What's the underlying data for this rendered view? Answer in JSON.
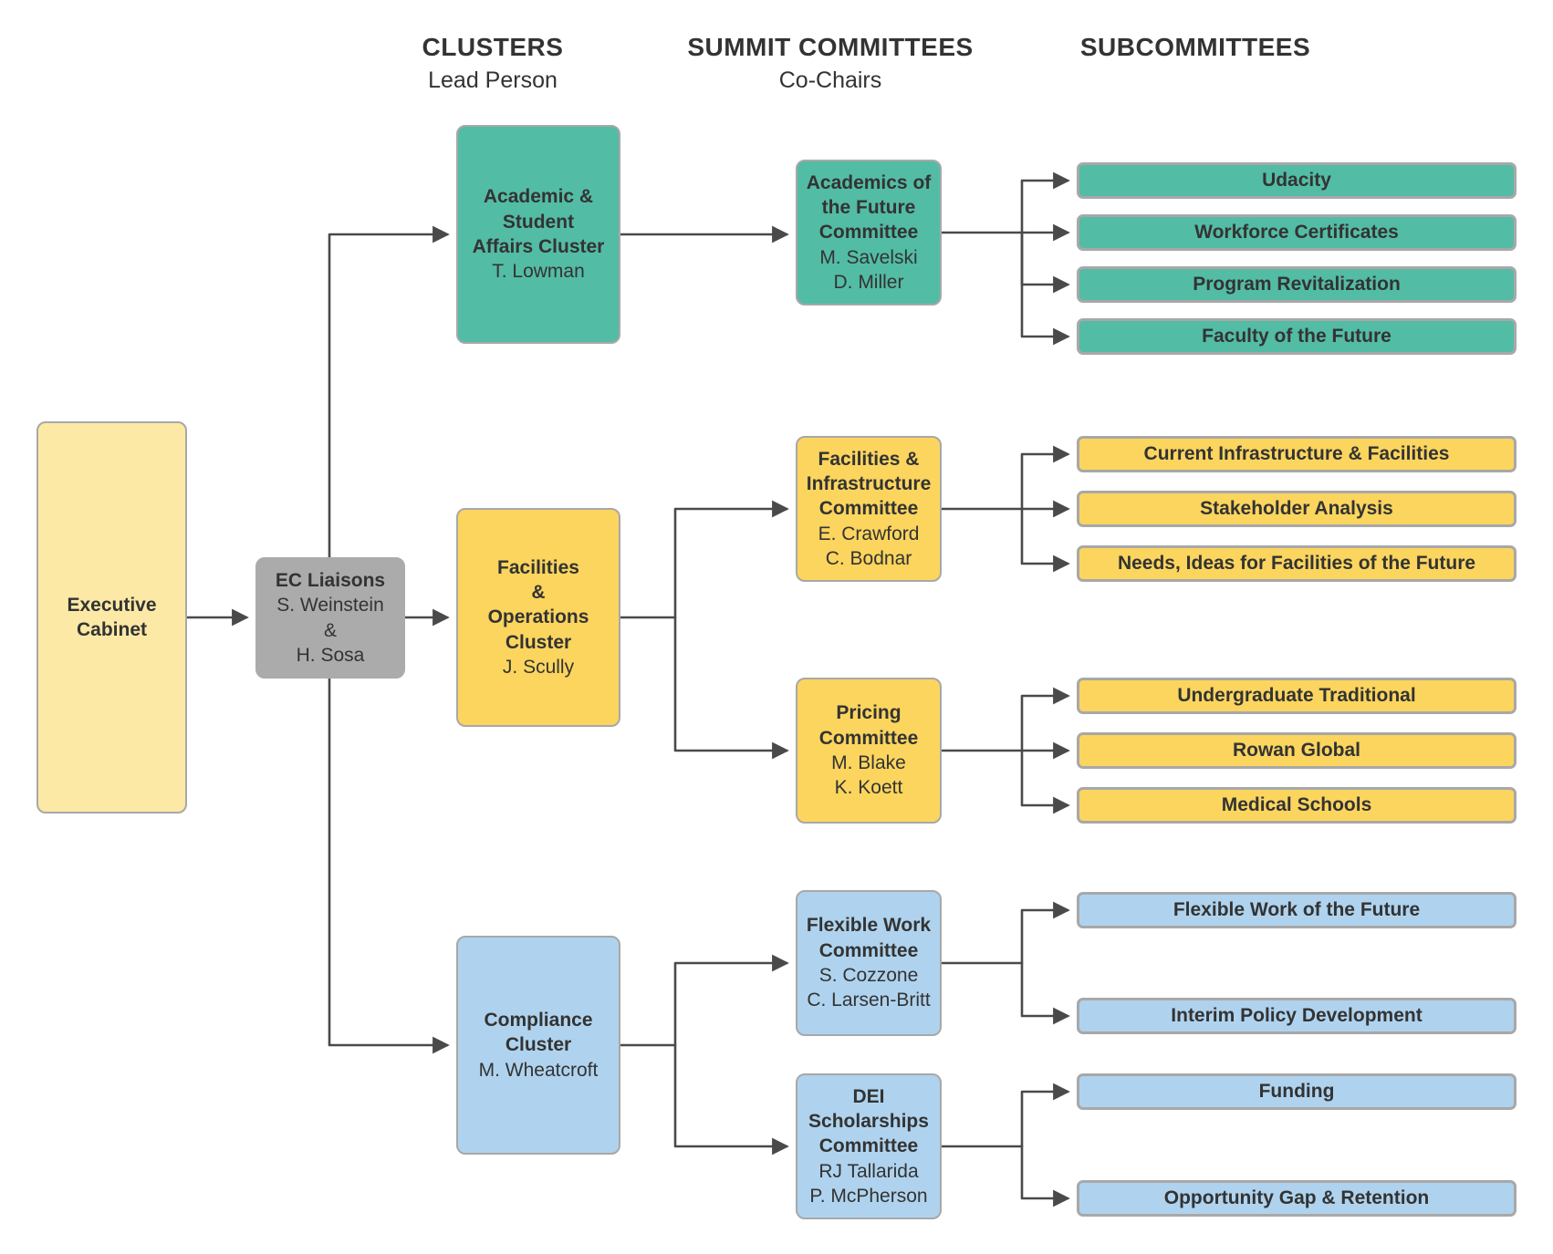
{
  "colors": {
    "teal": "#53BCA5",
    "yellow": "#FBD55E",
    "pale_yellow": "#FCE9A6",
    "blue": "#AFD3EE",
    "gray": "#ABABAB",
    "line": "#4A4A4A",
    "text": "#333333",
    "border": "#A8A8A8"
  },
  "column_headers": [
    {
      "title": "CLUSTERS",
      "subtitle": "Lead Person"
    },
    {
      "title": "SUMMIT COMMITTEES",
      "subtitle": "Co-Chairs"
    },
    {
      "title": "SUBCOMMITTEES",
      "subtitle": ""
    }
  ],
  "executive_cabinet": {
    "label": [
      "Executive",
      "Cabinet"
    ]
  },
  "ec_liaisons": {
    "title": "EC Liaisons",
    "members": [
      "S. Weinstein",
      "&",
      "H. Sosa"
    ]
  },
  "clusters": [
    {
      "name": [
        "Academic &",
        "Student",
        "Affairs Cluster"
      ],
      "lead": "T. Lowman",
      "theme": "teal",
      "committees": [
        {
          "name": [
            "Academics of",
            "the Future",
            "Committee"
          ],
          "co_chairs": [
            "M. Savelski",
            "D. Miller"
          ],
          "subcommittees": [
            "Udacity",
            "Workforce Certificates",
            "Program Revitalization",
            "Faculty of the Future"
          ]
        }
      ]
    },
    {
      "name": [
        "Facilities",
        "&",
        "Operations",
        "Cluster"
      ],
      "lead": "J. Scully",
      "theme": "yellow",
      "committees": [
        {
          "name": [
            "Facilities &",
            "Infrastructure",
            "Committee"
          ],
          "co_chairs": [
            "E. Crawford",
            "C. Bodnar"
          ],
          "subcommittees": [
            "Current Infrastructure & Facilities",
            "Stakeholder Analysis",
            "Needs, Ideas for Facilities of the Future"
          ]
        },
        {
          "name": [
            "Pricing",
            "Committee"
          ],
          "co_chairs": [
            "M. Blake",
            "K. Koett"
          ],
          "subcommittees": [
            "Undergraduate Traditional",
            "Rowan Global",
            "Medical Schools"
          ]
        }
      ]
    },
    {
      "name": [
        "Compliance",
        "Cluster"
      ],
      "lead": "M. Wheatcroft",
      "theme": "blue",
      "committees": [
        {
          "name": [
            "Flexible Work",
            "Committee"
          ],
          "co_chairs": [
            "S. Cozzone",
            "C. Larsen-Britt"
          ],
          "subcommittees": [
            "Flexible Work of the Future",
            "Interim Policy Development"
          ]
        },
        {
          "name": [
            "DEI",
            "Scholarships",
            "Committee"
          ],
          "co_chairs": [
            "RJ Tallarida",
            "P. McPherson"
          ],
          "subcommittees": [
            "Funding",
            "Opportunity Gap & Retention"
          ]
        }
      ]
    }
  ]
}
